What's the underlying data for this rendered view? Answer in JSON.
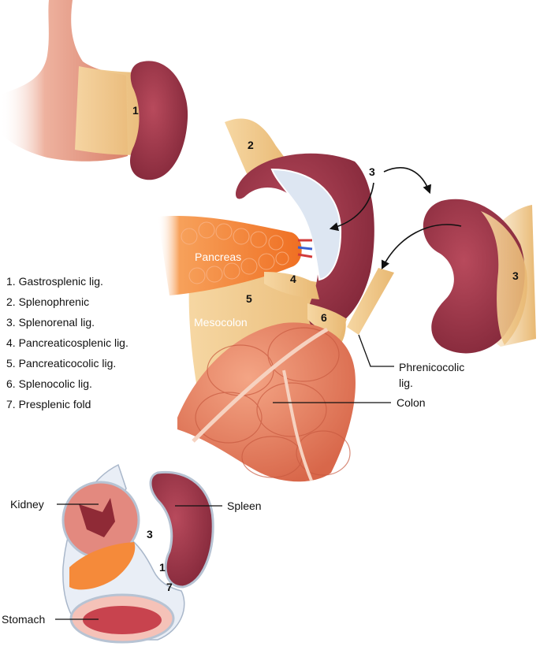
{
  "legend": [
    "1. Gastrosplenic lig.",
    "2. Splenophrenic",
    "3. Splenorenal lig.",
    "4. Pancreaticosplenic lig.",
    "5. Pancreaticocolic lig.",
    "6. Splenocolic lig.",
    "7. Presplenic fold"
  ],
  "labels": {
    "pancreas": "Pancreas",
    "mesocolon": "Mesocolon",
    "phrenicocolic": "Phrenicocolic",
    "phrenicocolic_2": "lig.",
    "colon": "Colon",
    "kidney": "Kidney",
    "spleen": "Spleen",
    "stomach": "Stomach"
  },
  "numbers": {
    "n1_top": "1",
    "n2": "2",
    "n3_arrow": "3",
    "n3_right": "3",
    "n4": "4",
    "n5": "5",
    "n6": "6",
    "n3_bottom": "3",
    "n1_bottom": "1",
    "n7": "7"
  },
  "colors": {
    "spleen": "#9b2f43",
    "spleen_dark": "#6e1f2f",
    "ligament": "#f0c98a",
    "pancreas": "#f47a2c",
    "colon": "#e87c5c",
    "stomach_skin": "#e7a08a",
    "kidney": "#e28a80",
    "peritoneum": "#c9d4e3"
  }
}
